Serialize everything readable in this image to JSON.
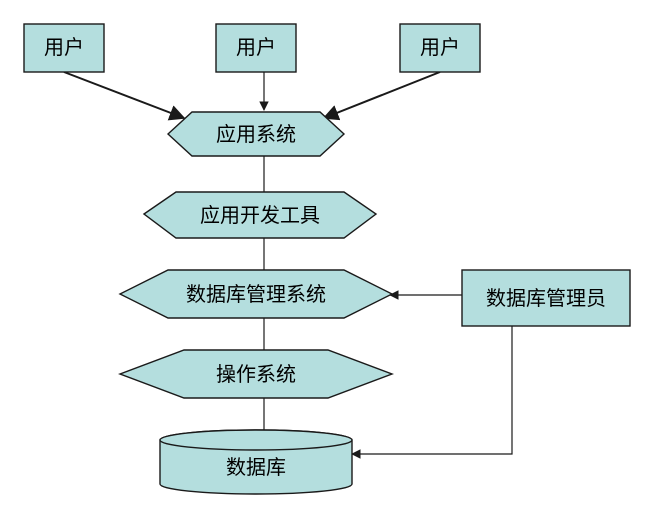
{
  "nodes": {
    "user_1": "用户",
    "user_2": "用户",
    "user_3": "用户",
    "application_system": "应用系统",
    "app_dev_tools": "应用开发工具",
    "dbms": "数据库管理系统",
    "operating_system": "操作系统",
    "database": "数据库",
    "dba": "数据库管理员"
  },
  "colors": {
    "fill": "#b4dede",
    "stroke": "#1a1a1a"
  }
}
